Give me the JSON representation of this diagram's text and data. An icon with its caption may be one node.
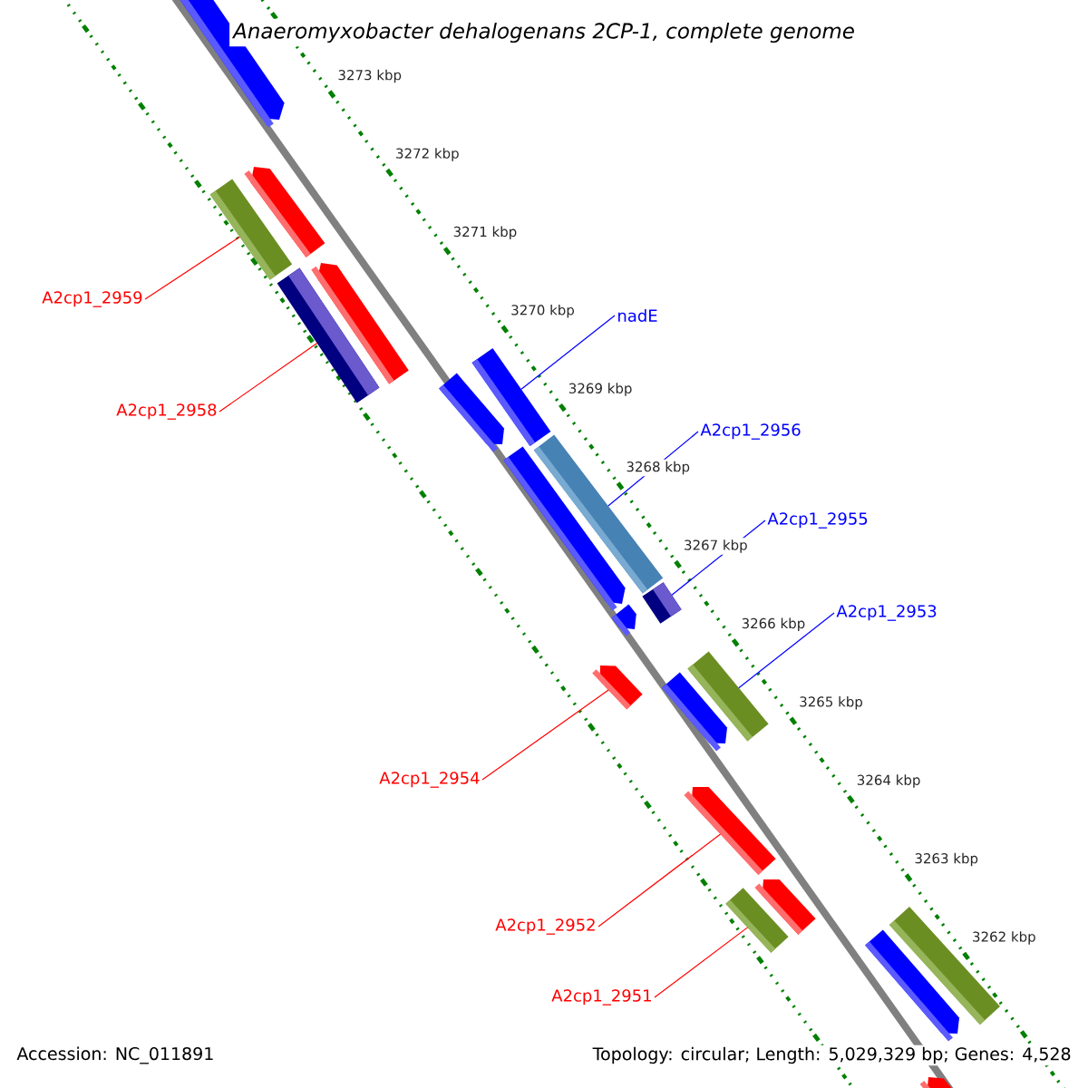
{
  "diagram": {
    "title": "Anaeromyxobacter dehalogenans 2CP-1, complete genome",
    "nodes": [
      {
        "text": [
          "A2cp1_2959"
        ]
      },
      {
        "text": [
          "nadE"
        ]
      },
      {
        "text": [
          "A2cp1_2958"
        ]
      },
      {
        "text": [
          "A2cp1_2956"
        ]
      },
      {
        "text": [
          "A2cp1_2955"
        ]
      },
      {
        "text": [
          "A2cp1_2953"
        ]
      },
      {
        "text": [
          "A2cp1_2954"
        ]
      },
      {
        "text": [
          "A2cp1_2952"
        ]
      },
      {
        "text": [
          "A2cp1_2951"
        ]
      },
      {
        "text": [],
        "shape": "bar"
      },
      {
        "text": [],
        "shape": "bar"
      },
      {
        "text": [],
        "shape": "bar"
      },
      {
        "text": [],
        "shape": "bar"
      },
      {
        "text": [],
        "shape": "bar"
      },
      {
        "text": [],
        "shape": "bar"
      },
      {
        "text": [],
        "shape": "bar"
      },
      {
        "text": [],
        "shape": "bar"
      },
      {
        "text": [],
        "shape": "bar"
      }
    ],
    "edges": [
      {
        "from": 0,
        "to": 9,
        "arrow": "none"
      },
      {
        "from": 1,
        "to": 10,
        "arrow": "none",
        "color": "#0000ff"
      },
      {
        "from": 2,
        "to": 11,
        "arrow": "none"
      },
      {
        "from": 3,
        "to": 12,
        "arrow": "none",
        "color": "#0000ff"
      },
      {
        "from": 4,
        "to": 13,
        "arrow": "none",
        "color": "#0000ff"
      },
      {
        "from": 5,
        "to": 14,
        "arrow": "none",
        "color": "#0000ff"
      },
      {
        "from": 6,
        "to": 15,
        "arrow": "none"
      },
      {
        "from": 7,
        "to": 16,
        "arrow": "none"
      },
      {
        "from": 8,
        "to": 17,
        "arrow": "none"
      }
    ],
    "labels": [
      "3273 kbp",
      "3272 kbp",
      "3271 kbp",
      "3270 kbp",
      "3269 kbp",
      "3268 kbp",
      "3267 kbp",
      "3266 kbp",
      "3265 kbp",
      "3264 kbp",
      "3263 kbp",
      "3262 kbp",
      "Accession: NC_011891",
      "Topology: circular; Length: 5,029,329 bp; Genes: 4,528"
    ]
  }
}
